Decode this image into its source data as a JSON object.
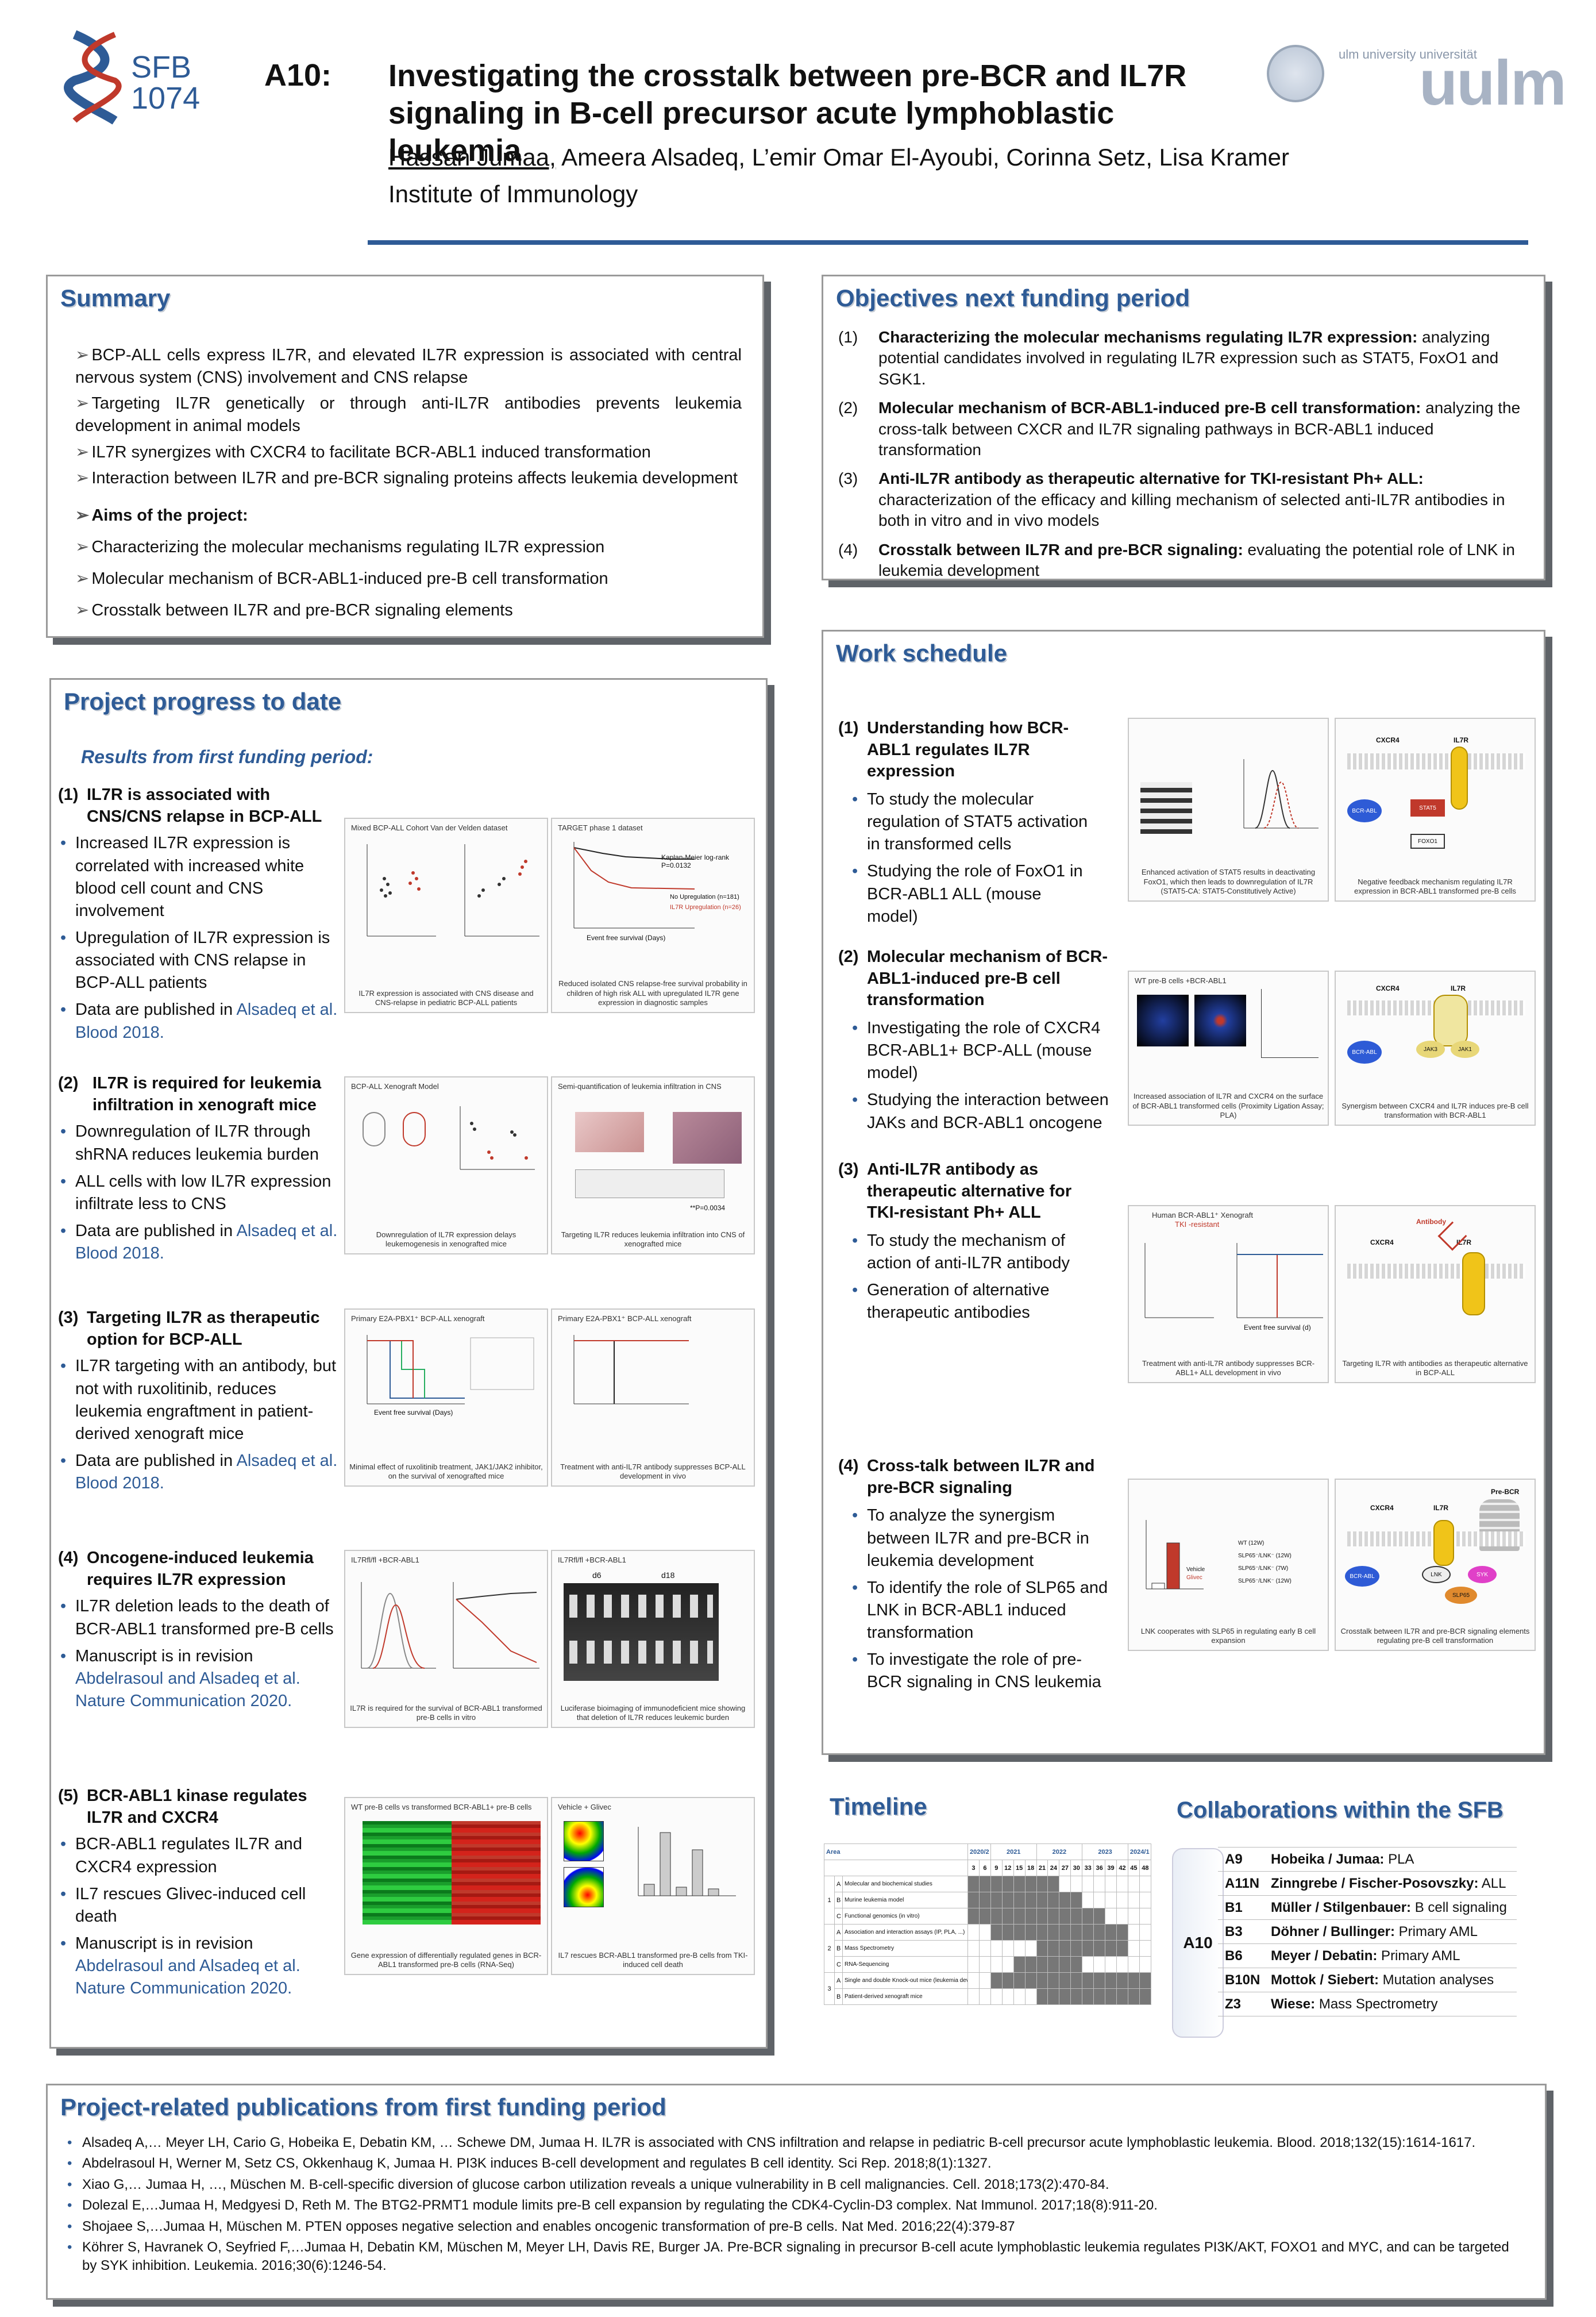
{
  "header": {
    "logo_sfb_line1": "SFB",
    "logo_sfb_line2": "1074",
    "project_code": "A10:",
    "title_line1": "Investigating the crosstalk between pre-BCR and IL7R",
    "title_line2": "signaling in B-cell precursor acute lymphoblastic leukemia",
    "presenter": "Hassan Jumaa,",
    "coauthors": " Ameera Alsadeq, L’emir Omar El-Ayoubi, Corinna Setz, Lisa Kramer",
    "institute": "Institute of Immunology",
    "uulm_small": "ulm university  universität",
    "uulm_logo": "uulm"
  },
  "colors": {
    "accent": "#2e5b96",
    "rule": "#2e5b96",
    "panel_shadow": "#5f6368"
  },
  "summary": {
    "heading": "Summary",
    "bullets": [
      "BCP-ALL cells express IL7R, and elevated IL7R expression is associated with central nervous system (CNS) involvement and CNS relapse",
      "Targeting IL7R genetically or through anti-IL7R antibodies prevents leukemia development in animal models",
      "IL7R synergizes with CXCR4 to facilitate BCR-ABL1 induced transformation",
      "Interaction between IL7R and pre-BCR signaling proteins affects leukemia development"
    ],
    "aims_label": "Aims of the project:",
    "aims": [
      "Characterizing the molecular mechanisms regulating IL7R expression",
      "Molecular mechanism of BCR-ABL1-induced pre-B cell transformation",
      "Crosstalk between IL7R and pre-BCR signaling elements"
    ]
  },
  "objectives": {
    "heading": "Objectives next funding period",
    "items": [
      {
        "num": "(1)",
        "bold": "Characterizing the molecular mechanisms regulating IL7R expression:",
        "text": " analyzing potential candidates involved in regulating IL7R expression such as STAT5, FoxO1 and SGK1."
      },
      {
        "num": "(2)",
        "bold": "Molecular mechanism of BCR-ABL1-induced pre-B cell transformation:",
        "text": " analyzing the cross-talk between CXCR and IL7R signaling pathways in BCR-ABL1 induced transformation"
      },
      {
        "num": "(3)",
        "bold": "Anti-IL7R antibody as therapeutic alternative for TKI-resistant  Ph+ ALL:",
        "text": " characterization of the efficacy and killing mechanism of selected anti-IL7R antibodies in both in vitro and in vivo models"
      },
      {
        "num": "(4)",
        "bold": "Crosstalk between IL7R and pre-BCR signaling:",
        "text": " evaluating the potential role of LNK in leukemia development"
      }
    ]
  },
  "progress": {
    "heading": "Project progress to date",
    "subheading": "Results from first funding period:",
    "sections": [
      {
        "num": "(1)",
        "title": "IL7R is associated with CNS/CNS relapse in BCP-ALL",
        "bullets": [
          "Increased IL7R expression is correlated with increased white blood cell count and CNS involvement",
          "Upregulation of IL7R expression is associated with CNS relapse in BCP-ALL patients"
        ],
        "pub_prefix": "Data are published in ",
        "pub_link": "Alsadeq et al. Blood 2018.",
        "fig1_title": "Mixed BCP-ALL Cohort      Van der Velden dataset",
        "fig1_cap": "IL7R expression is associated with CNS disease and CNS-relapse in pediatric BCP-ALL patients",
        "fig2_title": "TARGET phase 1 dataset",
        "fig2_cap": "Reduced isolated CNS  relapse-free survival probability in children of high risk ALL with upregulated IL7R gene expression in diagnostic samples",
        "fig2_legend": [
          "No Upregulation (n=181)",
          "IL7R Upregulation (n=26)"
        ],
        "fig2_xlabel": "Event free survival (Days)",
        "fig2_stat": "Kaplan-Meier log-rank P=0.0132"
      },
      {
        "num": "(2)",
        "title": "IL7R is required for leukemia infiltration in xenograft mice",
        "bullets": [
          "Downregulation of IL7R through shRNA reduces leukemia burden",
          "ALL cells with low IL7R expression infiltrate less to CNS"
        ],
        "pub_prefix": "Data are published in ",
        "pub_link": "Alsadeq et al. Blood 2018.",
        "fig1_title": "BCP-ALL Xenograft Model",
        "fig1_cap": "Downregulation of IL7R expression delays leukemogenesis in xenografted mice",
        "fig2_title": "Semi-quantification of leukemia infiltration in CNS",
        "fig2_cap": "Targeting IL7R reduces leukemia infiltration into CNS of xenografted mice",
        "fig2_stat": "**P=0.0034"
      },
      {
        "num": "(3)",
        "title": "Targeting IL7R as therapeutic option for BCP-ALL",
        "bullets": [
          "IL7R targeting with an antibody, but not with ruxolitinib, reduces leukemia engraftment in patient-derived xenograft mice"
        ],
        "pub_prefix": "Data are published in ",
        "pub_link": "Alsadeq et al. Blood 2018.",
        "fig1_title": "Primary E2A-PBX1⁺ BCP-ALL xenograft",
        "fig1_cap": "Minimal effect of ruxolitinib treatment, JAK1/JAK2 inhibitor, on the survival of xenografted mice",
        "fig1_xlabel": "Event free survival (Days)",
        "fig2_title": "Primary E2A-PBX1⁺ BCP-ALL xenograft",
        "fig2_cap": "Treatment with anti-IL7R antibody suppresses BCP-ALL development in vivo"
      },
      {
        "num": "(4)",
        "title": "Oncogene-induced leukemia requires IL7R expression",
        "bullets": [
          "IL7R deletion leads to the death of BCR-ABL1 transformed pre-B cells",
          "Manuscript is in revision"
        ],
        "pub_prefix": "",
        "pub_link": "Abdelrasoul and Alsadeq et al. Nature Communication 2020.",
        "fig1_title": "IL7Rfl/fl +BCR-ABL1",
        "fig1_cap": "IL7R is required for the survival of BCR-ABL1 transformed pre-B cells in vitro",
        "fig2_title": "IL7Rfl/fl +BCR-ABL1",
        "fig2_cap": "Luciferase bioimaging of immunodeficient mice showing that deletion of IL7R reduces leukemic burden",
        "fig2_d6": "d6",
        "fig2_d18": "d18"
      },
      {
        "num": "(5)",
        "title": "BCR-ABL1 kinase regulates IL7R and CXCR4",
        "bullets": [
          "BCR-ABL1 regulates IL7R and CXCR4 expression",
          "IL7 rescues Glivec-induced cell death",
          "Manuscript is in revision"
        ],
        "pub_prefix": "",
        "pub_link": "Abdelrasoul and Alsadeq et al. Nature Communication 2020.",
        "fig1_title": "WT pre-B cells vs transformed BCR-ABL1+ pre-B cells",
        "fig1_cap": "Gene expression of differentially regulated genes in BCR-ABL1 transformed pre-B cells (RNA-Seq)",
        "fig2_title": "Vehicle                    + Glivec",
        "fig2_cap": "IL7 rescues BCR-ABL1 transformed pre-B cells from TKI-induced cell death"
      }
    ]
  },
  "work": {
    "heading": "Work schedule",
    "sections": [
      {
        "num": "(1)",
        "title": "Understanding how BCR-ABL1 regulates IL7R expression",
        "bullets": [
          "To study the molecular regulation of STAT5 activation in transformed cells",
          "Studying the role of FoxO1 in BCR-ABL1 ALL (mouse model)"
        ],
        "fig1_cap": "Enhanced activation of STAT5 results in  deactivating FoxO1, which then leads to downregulation of IL7R (STAT5-CA: STAT5-Constitutively Active)",
        "fig2_cap": "Negative feedback mechanism regulating IL7R expression in BCR-ABL1 transformed pre-B cells",
        "labels": [
          "CXCR4",
          "IL7R",
          "BCR-ABL",
          "STAT5",
          "FOXO1"
        ]
      },
      {
        "num": "(2)",
        "title": "Molecular mechanism of BCR-ABL1-induced pre-B cell transformation",
        "bullets": [
          "Investigating the role of CXCR4 BCR-ABL1+ BCP-ALL (mouse model)",
          "Studying the interaction between JAKs and BCR-ABL1 oncogene"
        ],
        "fig1_cap": "Increased association of IL7R and CXCR4 on the surface of BCR-ABL1 transformed cells (Proximity Ligation Assay; PLA)",
        "fig2_cap": "Synergism between CXCR4 and IL7R induces pre-B cell transformation with BCR-ABL1",
        "labels": [
          "CXCR4",
          "IL7R",
          "BCR-ABL",
          "JAK3",
          "JAK1"
        ],
        "fig1_top": "WT pre-B cells     +BCR-ABL1"
      },
      {
        "num": "(3)",
        "title": "Anti-IL7R antibody as therapeutic alternative for TKI-resistant Ph+ ALL",
        "bullets": [
          "To study the mechanism of action of anti-IL7R antibody",
          "Generation of alternative therapeutic antibodies"
        ],
        "fig1_cap": "Treatment with anti-IL7R antibody suppresses BCR-ABL1+ ALL development in vivo",
        "fig2_cap": "Targeting IL7R with antibodies as therapeutic alternative in BCP-ALL",
        "labels": [
          "Antibody",
          "CXCR4",
          "IL7R"
        ],
        "fig1_top": "Human BCR-ABL1⁺ Xenograft",
        "fig1_top2": "TKI -resistant",
        "fig1_xlabel": "Event free survival (d)"
      },
      {
        "num": "(4)",
        "title": "Cross-talk between IL7R and pre-BCR signaling",
        "bullets": [
          "To analyze the synergism between IL7R and pre-BCR in leukemia development",
          "To identify the role of SLP65 and LNK in BCR-ABL1 induced transformation",
          "To investigate the role of pre-BCR signaling in CNS leukemia"
        ],
        "fig1_cap": "LNK cooperates with SLP65 in regulating early B cell expansion",
        "fig2_cap": "Crosstalk between IL7R and pre-BCR signaling elements regulating pre-B cell transformation",
        "labels": [
          "Pre-BCR",
          "CXCR4",
          "IL7R",
          "BCR-ABL",
          "LNK",
          "SYK",
          "SLP65"
        ],
        "fig1_legend": [
          "WT (12W)",
          "SLP65⁻/LNK⁻ (12W)",
          "SLP65⁻/LNK⁻ (7W)",
          "SLP65⁻/LNK⁻ (12W)"
        ],
        "fig1_bar_legend": [
          "Vehicle",
          "Glivec"
        ]
      }
    ]
  },
  "timeline": {
    "heading": "Timeline",
    "area_label": "Area",
    "years": [
      "2020/2",
      "2021",
      "2022",
      "2023",
      "2024/1"
    ],
    "months": [
      "3",
      "6",
      "9",
      "12",
      "15",
      "18",
      "21",
      "24",
      "27",
      "30",
      "33",
      "36",
      "39",
      "42",
      "45",
      "48"
    ],
    "rows": [
      {
        "area": "A",
        "label": "Molecular and biochemical studies"
      },
      {
        "area": "B",
        "label": "Murine leukemia model"
      },
      {
        "area": "C",
        "label": "Functional genomics (in vitro)"
      },
      {
        "area": "A",
        "label": "Association and interaction assays (IP, PLA, ...)"
      },
      {
        "area": "B",
        "label": "Mass Spectrometry"
      },
      {
        "area": "C",
        "label": "RNA-Sequencing"
      },
      {
        "area": "A",
        "label": "Single and double Knock-out mice (leukemia development)"
      },
      {
        "area": "B",
        "label": "Patient-derived xenograft mice"
      }
    ],
    "section_nums": [
      "1",
      "2",
      "3"
    ]
  },
  "collab": {
    "heading": "Collaborations within the SFB",
    "badge": "A10",
    "rows": [
      {
        "id": "A9",
        "names": "Hobeika / Jumaa:",
        "topic": " PLA"
      },
      {
        "id": "A11N",
        "names": "Zinngrebe / Fischer-Posovszky:",
        "topic": " ALL"
      },
      {
        "id": "B1",
        "names": "Müller / Stilgenbauer:",
        "topic": " B cell signaling"
      },
      {
        "id": "B3",
        "names": "Döhner / Bullinger:",
        "topic": " Primary AML"
      },
      {
        "id": "B6",
        "names": "Meyer / Debatin:",
        "topic": " Primary AML"
      },
      {
        "id": "B10N",
        "names": "Mottok / Siebert:",
        "topic": " Mutation analyses"
      },
      {
        "id": "Z3",
        "names": "Wiese:",
        "topic": " Mass Spectrometry"
      }
    ]
  },
  "publications": {
    "heading": "Project-related publications from first funding period",
    "items": [
      "Alsadeq A,… Meyer LH, Cario G, Hobeika E, Debatin KM, … Schewe DM, Jumaa H. IL7R is associated with CNS infiltration and relapse in pediatric B-cell precursor acute lymphoblastic leukemia. Blood. 2018;132(15):1614-1617.",
      "Abdelrasoul H, Werner M, Setz CS, Okkenhaug K, Jumaa H. PI3K induces B-cell development and regulates B cell identity. Sci Rep. 2018;8(1):1327.",
      "Xiao G,… Jumaa H, …, Müschen M. B-cell-specific diversion of glucose carbon utilization reveals a unique vulnerability in B cell malignancies. Cell. 2018;173(2):470-84.",
      "Dolezal E,…Jumaa H, Medgyesi D, Reth M. The BTG2-PRMT1 module limits pre-B cell expansion by regulating the CDK4-Cyclin-D3 complex. Nat Immunol. 2017;18(8):911-20.",
      "Shojaee S,…Jumaa H, Müschen M. PTEN opposes negative selection and enables oncogenic transformation of pre-B cells. Nat Med. 2016;22(4):379-87",
      "Köhrer S, Havranek O, Seyfried F,…Jumaa H, Debatin KM, Müschen M, Meyer LH, Davis RE, Burger JA. Pre-BCR signaling in precursor B-cell acute lymphoblastic leukemia regulates PI3K/AKT, FOXO1 and MYC, and can be targeted by SYK inhibition. Leukemia. 2016;30(6):1246-54."
    ]
  }
}
